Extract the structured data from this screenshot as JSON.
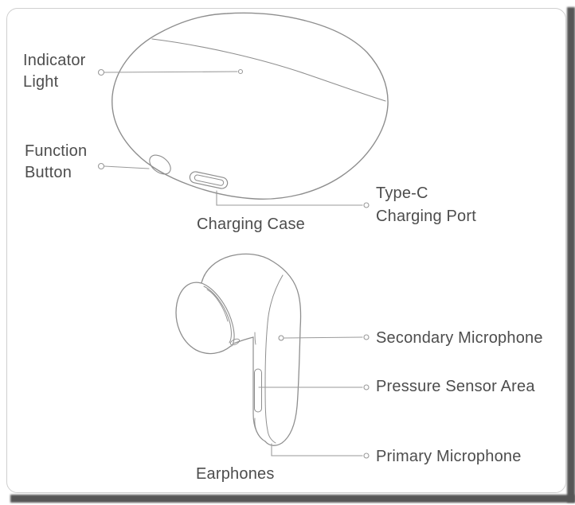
{
  "colors": {
    "background": "#ffffff",
    "card_border": "#cfcfcf",
    "page_shadow": "#565656",
    "drawing_line": "#8e8e8e",
    "leader_line": "#9a9a9a",
    "label_text": "#4d4d4d"
  },
  "charging_case_section": {
    "caption": "Charging Case",
    "labels": {
      "indicator_light": "Indicator Light",
      "function_button": "Function Button",
      "type_c_charging_port": "Type-C Charging Port"
    }
  },
  "earphones_section": {
    "caption": "Earphones",
    "labels": {
      "secondary_microphone": "Secondary Microphone",
      "pressure_sensor_area": "Pressure Sensor Area",
      "primary_microphone": "Primary Microphone"
    }
  }
}
